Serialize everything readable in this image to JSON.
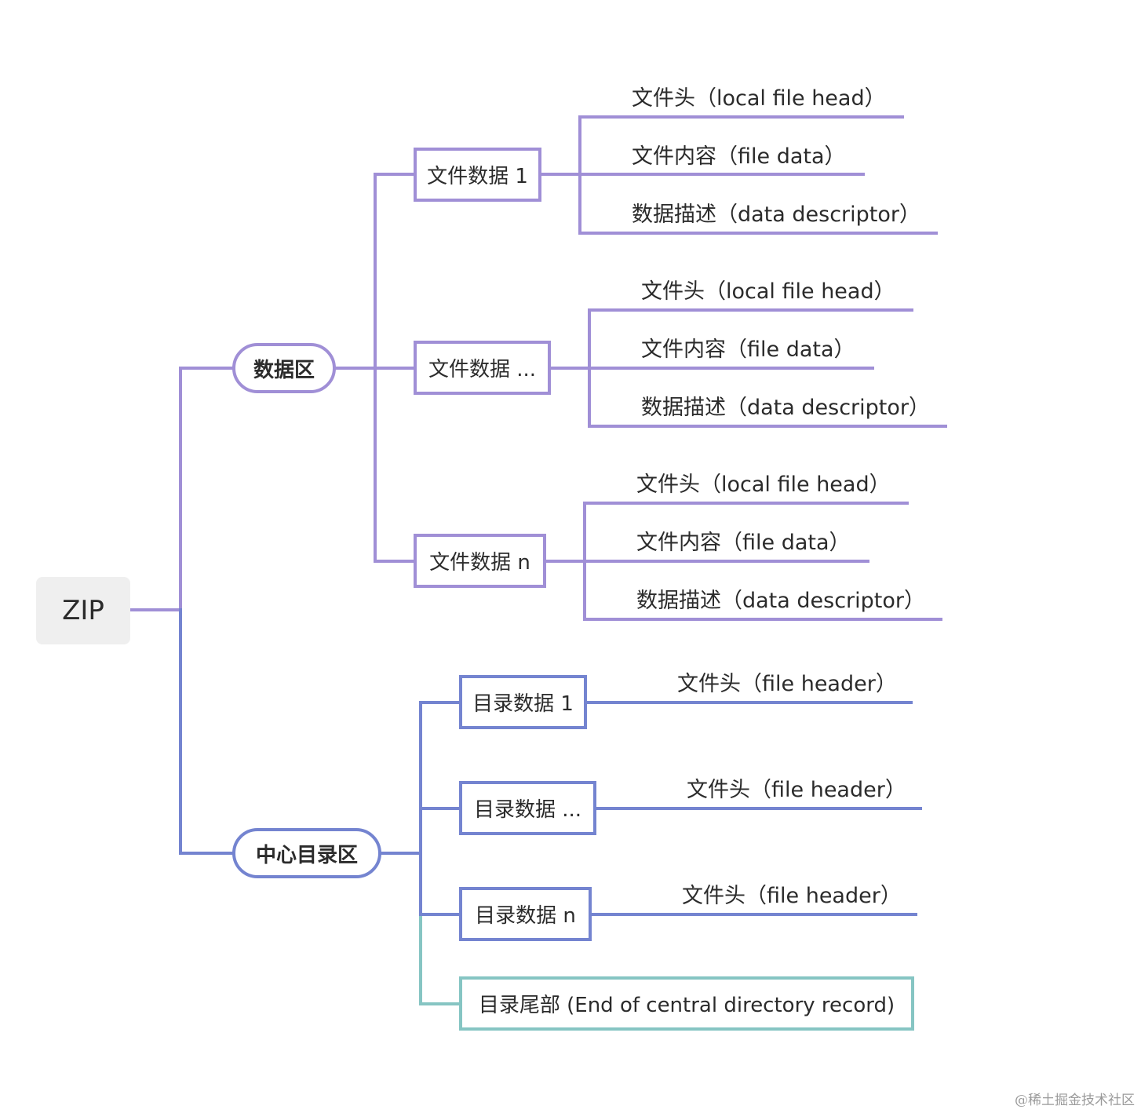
{
  "root": {
    "label": "ZIP"
  },
  "data_area": {
    "label": "数据区",
    "groups": [
      {
        "label": "文件数据 1",
        "items": [
          "文件头（local file head）",
          "文件内容（file data）",
          "数据描述（data descriptor）"
        ]
      },
      {
        "label": "文件数据 ...",
        "items": [
          "文件头（local file head）",
          "文件内容（file data）",
          "数据描述（data descriptor）"
        ]
      },
      {
        "label": "文件数据 n",
        "items": [
          "文件头（local file head）",
          "文件内容（file data）",
          "数据描述（data descriptor）"
        ]
      }
    ]
  },
  "central_dir": {
    "label": "中心目录区",
    "entries": [
      {
        "label": "目录数据 1",
        "item": "文件头（file header）"
      },
      {
        "label": "目录数据 ...",
        "item": "文件头（file header）"
      },
      {
        "label": "目录数据 n",
        "item": "文件头（file header）"
      }
    ],
    "end_record": "目录尾部 (End of central directory record)"
  },
  "colors": {
    "purple": "#a08fd6",
    "blue": "#7484d0",
    "teal": "#86c5c3"
  },
  "watermark": "@稀土掘金技术社区"
}
